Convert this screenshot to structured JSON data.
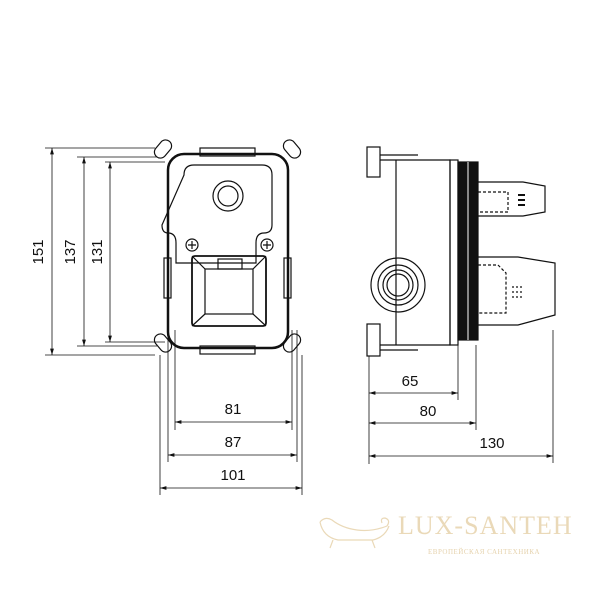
{
  "dimensions": {
    "front_height_overall": "151",
    "front_height_mid": "137",
    "front_height_inner": "131",
    "front_width_inner": "81",
    "front_width_mid": "87",
    "front_width_overall": "101",
    "side_depth_body": "65",
    "side_depth_band": "80",
    "side_depth_overall": "130"
  },
  "watermark": {
    "brand": "LUX-SANTEH",
    "tagline": "ЕВРОПЕЙСКАЯ САНТЕХНИКА",
    "color": "#ead9b8"
  }
}
